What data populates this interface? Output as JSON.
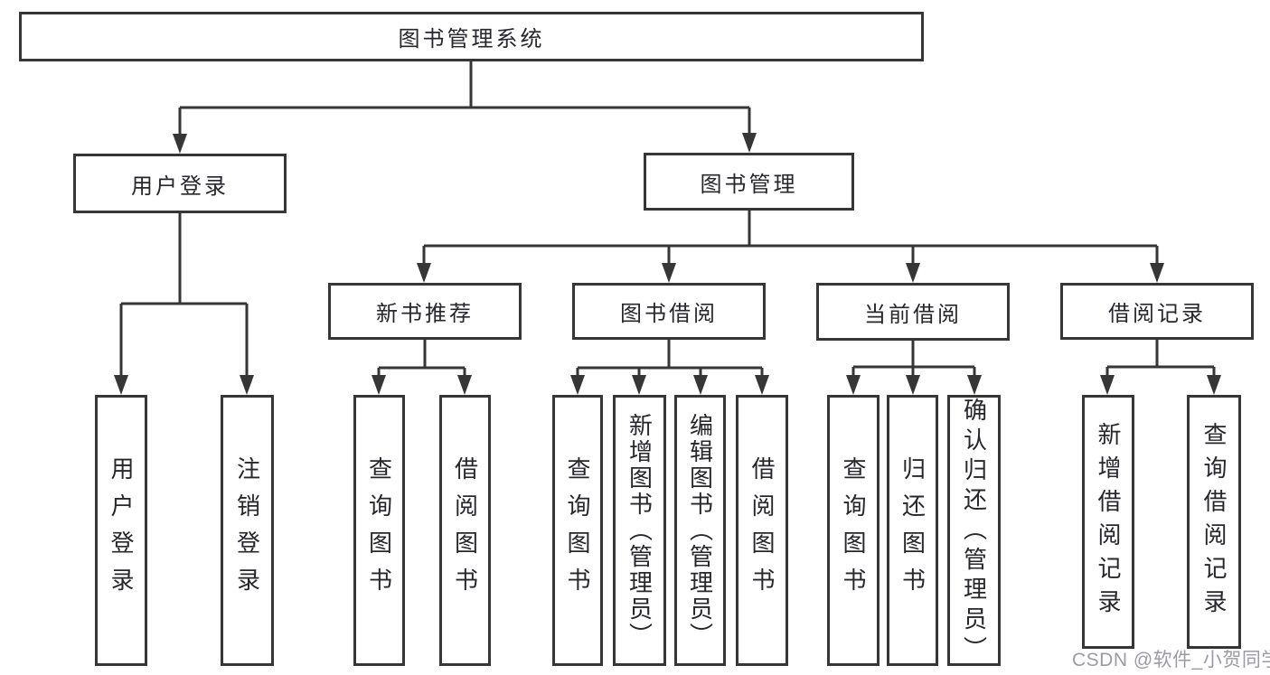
{
  "tree": {
    "root": "图书管理系统",
    "branches": [
      {
        "label": "用户登录",
        "leaves": [
          "用户登录",
          "注销登录"
        ]
      },
      {
        "label": "图书管理",
        "groups": [
          {
            "label": "新书推荐",
            "leaves": [
              "查询图书",
              "借阅图书"
            ]
          },
          {
            "label": "图书借阅",
            "leaves": [
              "查询图书",
              "新增图书（管理员）",
              "编辑图书（管理员）",
              "借阅图书"
            ]
          },
          {
            "label": "当前借阅",
            "leaves": [
              "查询图书",
              "归还图书",
              "确认归还（管理员）"
            ]
          },
          {
            "label": "借阅记录",
            "leaves": [
              "新增借阅记录",
              "查询借阅记录"
            ]
          }
        ]
      }
    ]
  },
  "watermark": "CSDN @软件_小贺同学",
  "colors": {
    "line": "#363636",
    "text": "#26262b",
    "watermark": "#9b9ba2",
    "background": "#ffffff"
  }
}
